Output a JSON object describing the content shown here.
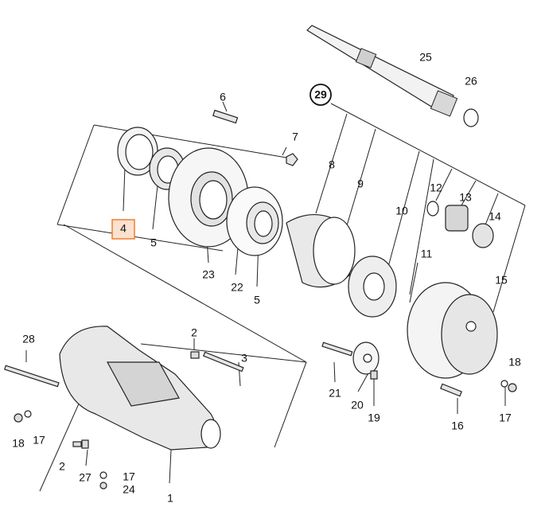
{
  "diagram": {
    "type": "exploded-parts-view",
    "highlight_color": "#f07f2a",
    "highlighted_callout": "4",
    "group_callout": "29",
    "callouts": [
      "1",
      "2",
      "3",
      "4",
      "5",
      "6",
      "7",
      "8",
      "9",
      "10",
      "11",
      "12",
      "13",
      "14",
      "15",
      "16",
      "17",
      "18",
      "19",
      "20",
      "21",
      "22",
      "23",
      "24",
      "25",
      "26",
      "27",
      "28"
    ],
    "second_occurrence": {
      "2b": "2",
      "5b": "5",
      "17b": "17",
      "17c": "17",
      "18b": "18"
    }
  }
}
